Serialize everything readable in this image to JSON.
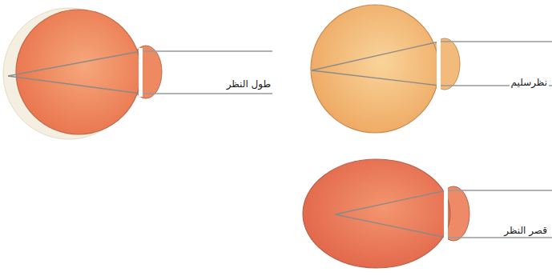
{
  "diagram": {
    "labels": [
      "طول النظر",
      "نظرسليم",
      "قصر النظر"
    ]
  }
}
